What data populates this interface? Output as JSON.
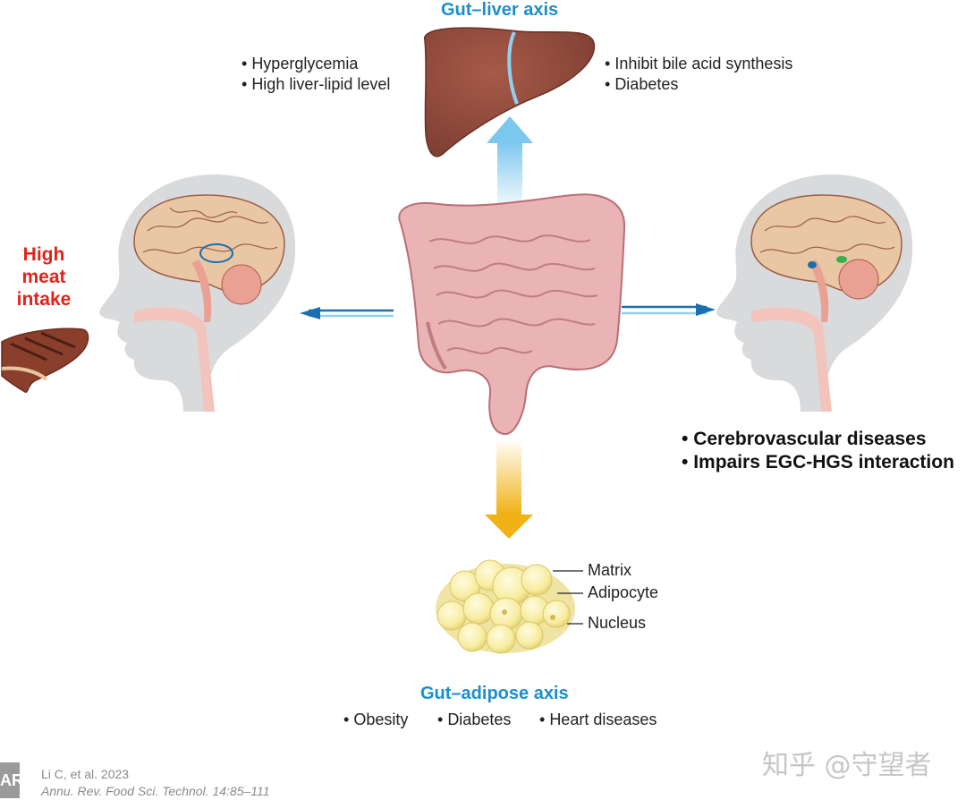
{
  "liver": {
    "title": "Gut–liver axis",
    "left_effects": [
      "Hyperglycemia",
      "High liver-lipid level"
    ],
    "right_effects": [
      "Inhibit bile acid synthesis",
      "Diabetes"
    ]
  },
  "intake": {
    "lines": [
      "High",
      "meat",
      "intake"
    ]
  },
  "brain": {
    "effects": [
      "Cerebrovascular diseases",
      "Impairs EGC-HGS interaction"
    ]
  },
  "adipose": {
    "labels": [
      "Matrix",
      "Adipocyte",
      "Nucleus"
    ],
    "title": "Gut–adipose axis",
    "effects": [
      "Obesity",
      "Diabetes",
      "Heart diseases"
    ]
  },
  "citation": {
    "logo": "AR",
    "line1": "Li C, et al. 2023",
    "line2": "Annu. Rev. Food Sci. Technol. 14:85–111"
  },
  "watermark": "知乎 @守望者",
  "colors": {
    "axis_blue": "#1b8fce",
    "intake_red": "#e2231a",
    "liver": "#8c4a3c",
    "intestine": "#e8aeb0",
    "head_gray": "#d9dadb",
    "fat_yellow": "#f4e9a8",
    "arrow_yellow": "#f1b81d",
    "arrow_blue": "#8fd0ef"
  },
  "icons": [
    "liver-illustration",
    "intestine-illustration",
    "head-brain-illustration",
    "steak-illustration",
    "adipose-tissue-illustration"
  ]
}
